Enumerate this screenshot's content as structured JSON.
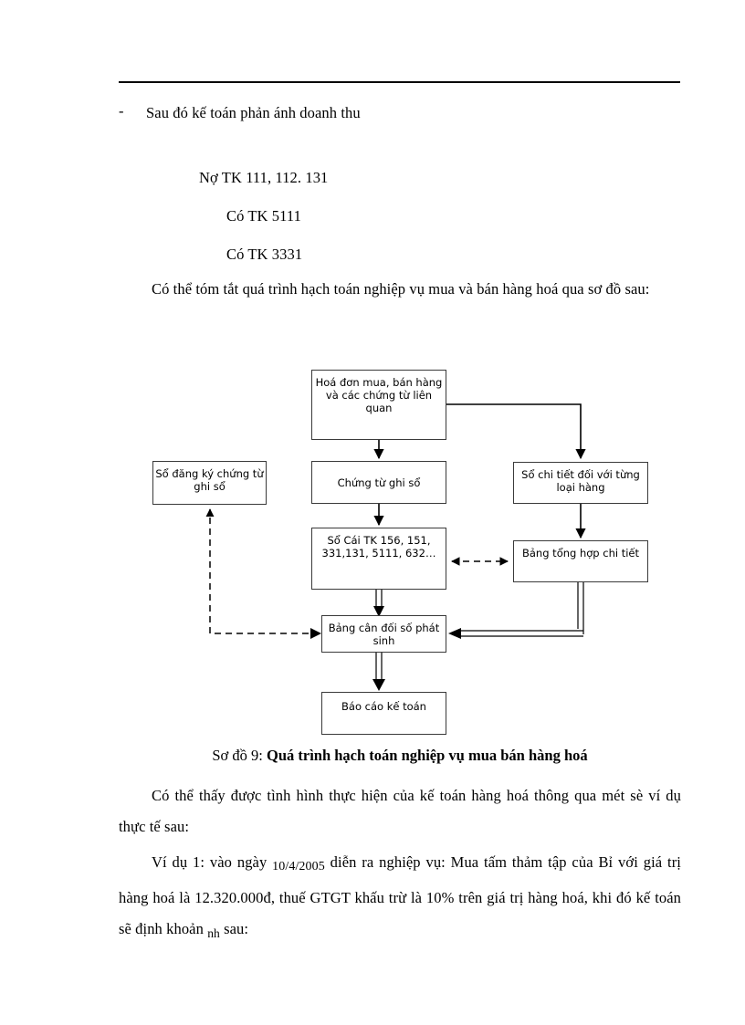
{
  "document": {
    "bullet": {
      "dash": "-",
      "text": "Sau đó kế toán phản ánh doanh thu"
    },
    "entries": [
      "Nợ TK 111, 112. 131",
      "Có TK 5111",
      "Có TK 3331"
    ],
    "paragraph_summary": "Có thể tóm tắt quá trình hạch toán nghiệp vụ mua và bán hàng hoá qua sơ đồ sau:",
    "caption": {
      "lead": "Sơ đồ 9: ",
      "bold": "Quá trình hạch toán nghiệp vụ mua bán hàng hoá"
    },
    "paragraph_after": "Có thể thấy được tình hình thực hiện của kế toán hàng hoá thông qua mét sè ví dụ thực tế sau:",
    "paragraph_example": {
      "part1": "Ví dụ 1: vào ngày ",
      "date": "10/4/2005",
      "part2": " diễn ra nghiệp vụ: Mua tấm thảm tập của Bỉ với giá trị hàng hoá là 12.320.000đ, thuế GTGT khấu trừ là 10% trên giá trị hàng hoá, khi đó kế toán sẽ định khoản ",
      "suffix": "nh",
      "part3": " sau:"
    }
  },
  "diagram": {
    "title": "Quá trình hạch toán nghiệp vụ mua bán hàng hoá",
    "boxes": {
      "invoice": "Hoá đơn mua, bán hàng và các chứng từ liên quan",
      "register": "Sổ đăng ký chứng từ ghi sổ",
      "voucher": "Chứng từ ghi sổ",
      "detail": "Sổ chi tiết đối với từng loại hàng",
      "ledger": "Sổ Cái TK 156, 151, 331,131, 5111, 632…",
      "summary": "Bảng tổng hợp chi tiết",
      "balance": "Bảng cân đối số phát sinh",
      "report": "Báo cáo kế toán"
    },
    "edges": [
      {
        "from": "invoice",
        "to": "voucher",
        "style": "solid-arrow"
      },
      {
        "from": "invoice",
        "to": "detail",
        "style": "solid-arrow-elbow"
      },
      {
        "from": "voucher",
        "to": "ledger",
        "style": "solid-arrow"
      },
      {
        "from": "detail",
        "to": "summary",
        "style": "solid-arrow"
      },
      {
        "from": "ledger",
        "to": "summary",
        "style": "dashed-double-arrow"
      },
      {
        "from": "ledger",
        "to": "balance",
        "style": "double-line-arrow"
      },
      {
        "from": "summary",
        "to": "balance",
        "style": "double-line-arrow-elbow"
      },
      {
        "from": "balance",
        "to": "register",
        "style": "dashed-arrow-elbow"
      },
      {
        "from": "balance",
        "to": "report",
        "style": "double-line-arrow"
      }
    ],
    "colors": {
      "line": "#000000",
      "box_border": "#3a3a3a",
      "box_fill": "#ffffff"
    }
  }
}
